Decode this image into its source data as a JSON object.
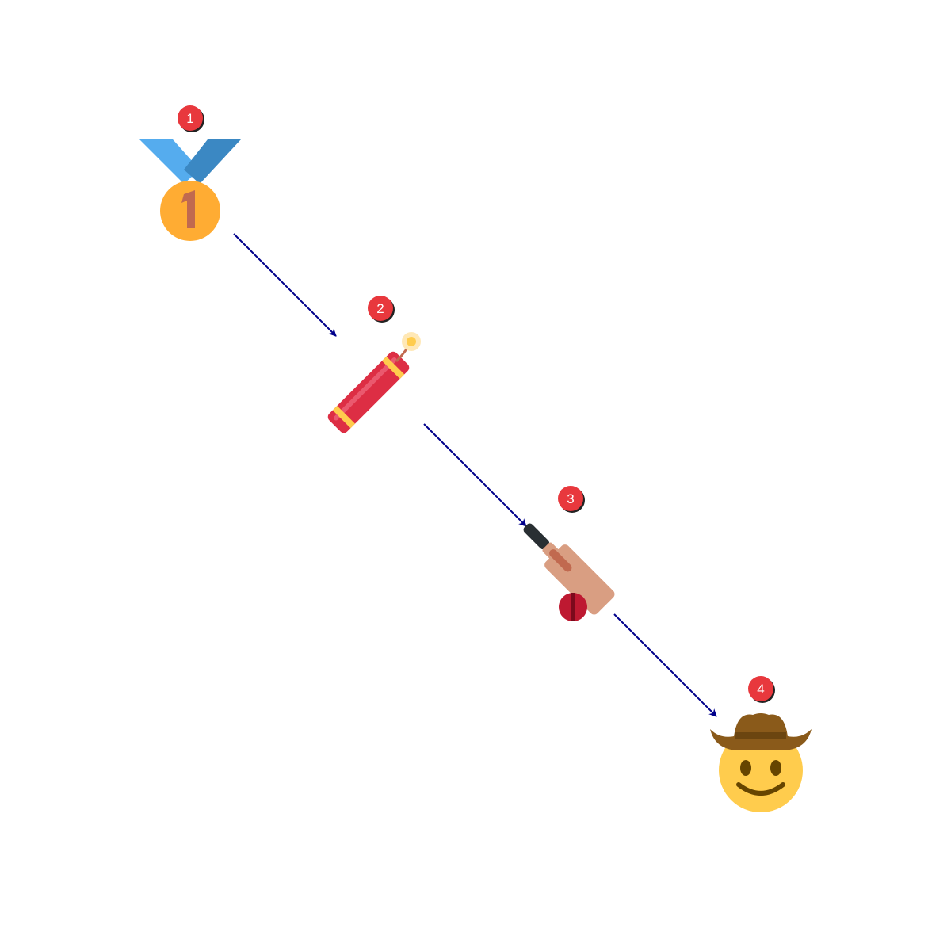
{
  "diagram": {
    "type": "numbered-sequence",
    "steps": [
      {
        "number": "1",
        "icon": "first-place-medal-icon"
      },
      {
        "number": "2",
        "icon": "firecracker-icon"
      },
      {
        "number": "3",
        "icon": "cricket-bat-and-ball-icon"
      },
      {
        "number": "4",
        "icon": "cowboy-hat-face-icon"
      }
    ],
    "connections": [
      {
        "from": "1",
        "to": "2"
      },
      {
        "from": "2",
        "to": "3"
      },
      {
        "from": "3",
        "to": "4"
      }
    ]
  },
  "colors": {
    "arrow": "#00008b",
    "badge": "#e8383d",
    "badge_shadow": "#222222",
    "badge_text": "#ffffff"
  }
}
